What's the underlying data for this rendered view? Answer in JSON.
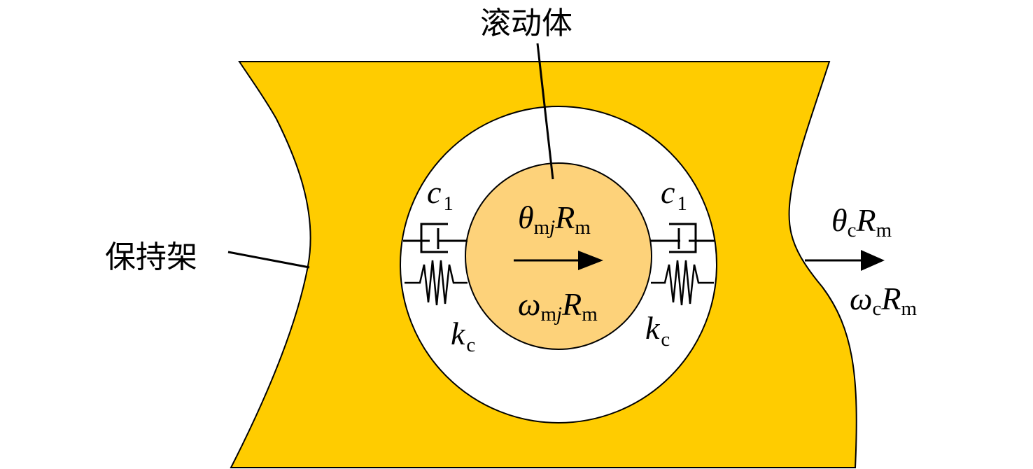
{
  "labels": {
    "rolling_element": "滚动体",
    "cage": "保持架"
  },
  "symbols": {
    "c1_left": {
      "base": "c",
      "sub": "1"
    },
    "c1_right": {
      "base": "c",
      "sub": "1"
    },
    "kc_left": {
      "base": "k",
      "sub": "c"
    },
    "kc_right": {
      "base": "k",
      "sub": "c"
    },
    "ball_theta": {
      "base": "θ",
      "sub_upright": "m",
      "sub_italic": "j",
      "tail_base": "R",
      "tail_sub": "m"
    },
    "ball_omega": {
      "base": "ω",
      "sub_upright": "m",
      "sub_italic": "j",
      "tail_base": "R",
      "tail_sub": "m"
    },
    "cage_theta": {
      "base": "θ",
      "sub": "c",
      "tail_base": "R",
      "tail_sub": "m"
    },
    "cage_omega": {
      "base": "ω",
      "sub": "c",
      "tail_base": "R",
      "tail_sub": "m"
    }
  },
  "colors": {
    "cage_fill": "#FFCC00",
    "ball_fill": "#FDD27A",
    "pocket_fill": "#FFFFFF",
    "stroke": "#000000"
  }
}
